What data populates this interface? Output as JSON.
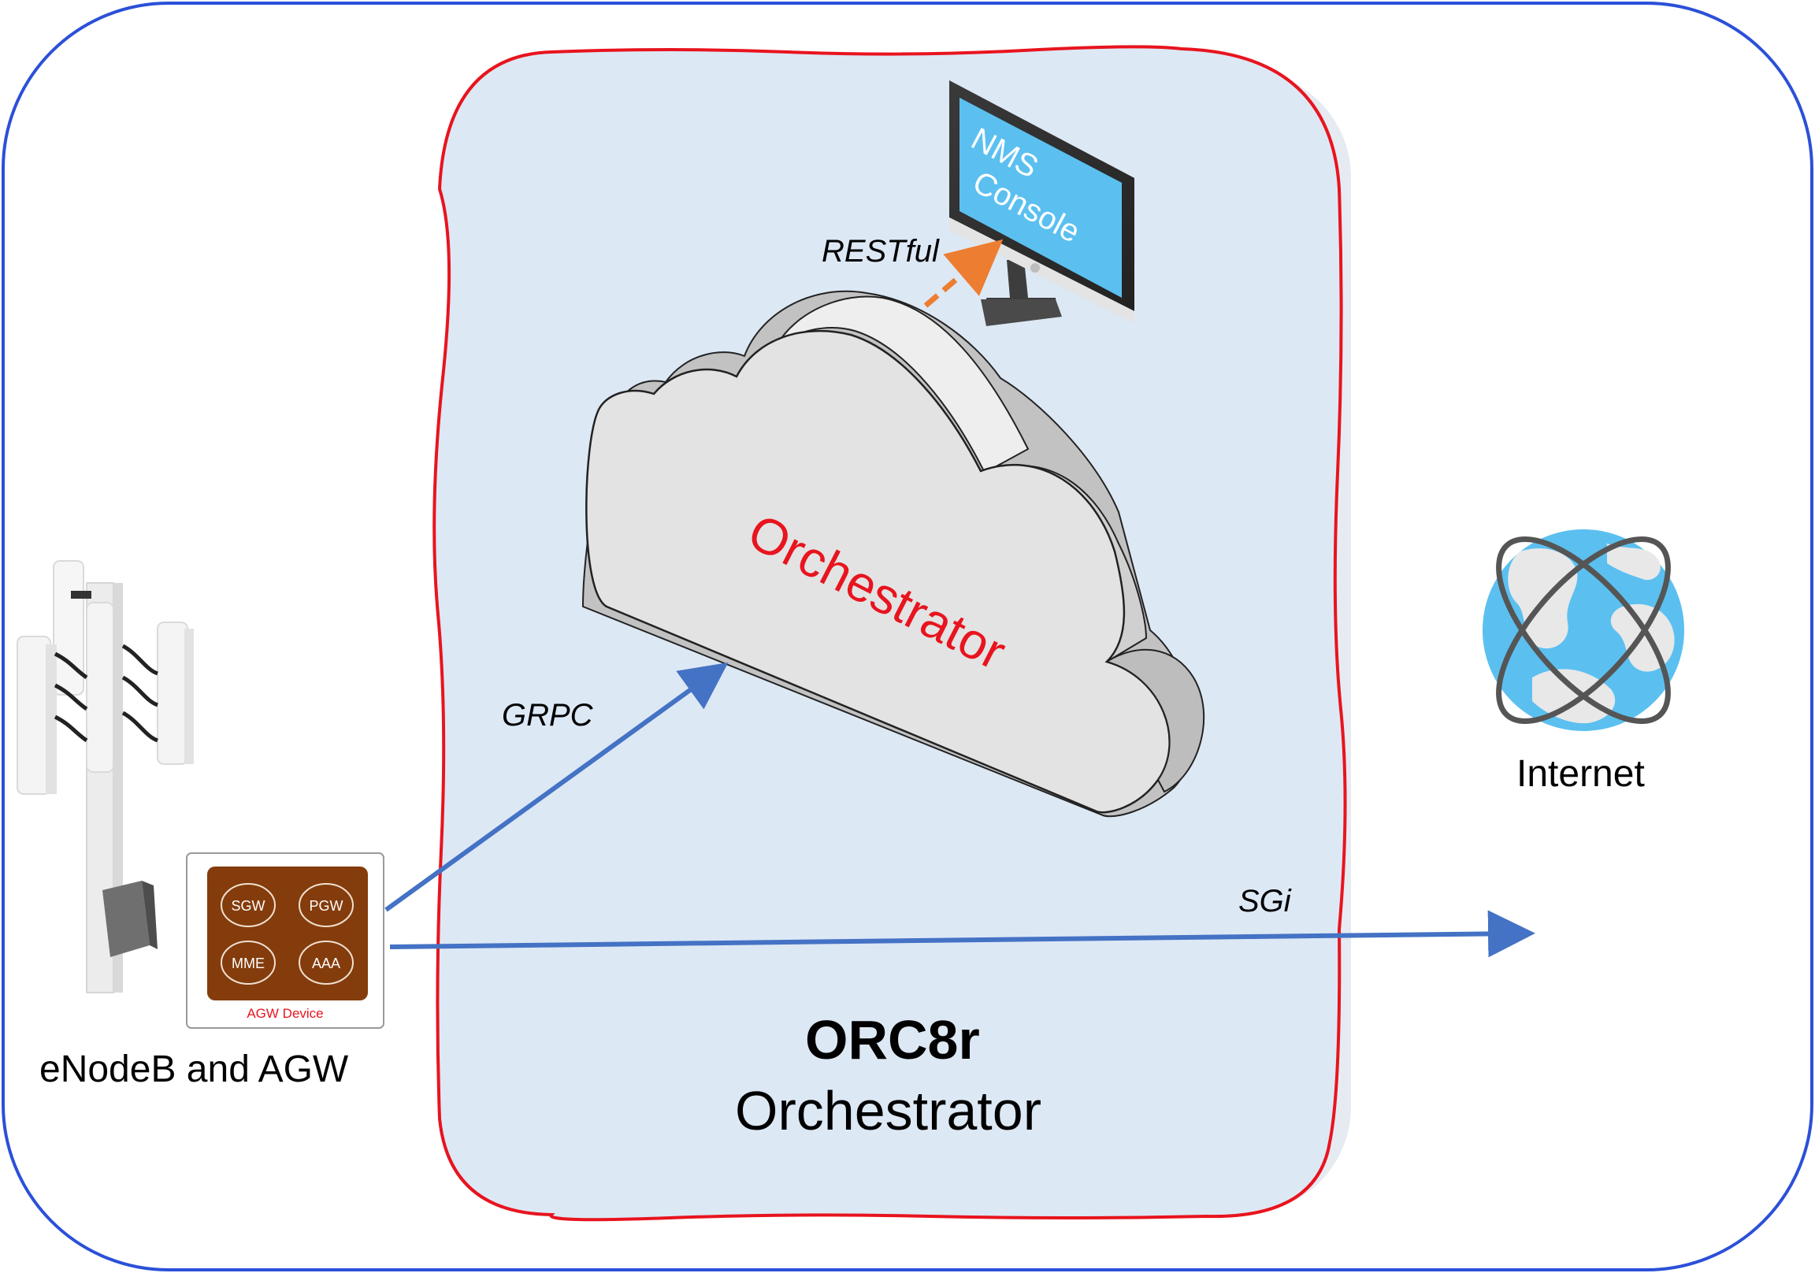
{
  "diagram": {
    "nms_console": {
      "line1": "NMS",
      "line2": "Console"
    },
    "cloud": {
      "label": "Orchestrator",
      "label_color": "#e8141e"
    },
    "connections": {
      "restful": "RESTful",
      "grpc": "GRPC",
      "sgi": "SGi"
    },
    "agw_device": {
      "caption": "AGW Device",
      "components": [
        "SGW",
        "PGW",
        "MME",
        "AAA"
      ]
    },
    "enodeb": {
      "label": "eNodeB and AGW"
    },
    "internet": {
      "label": "Internet"
    },
    "orc8r": {
      "title": "ORC8r",
      "subtitle": "Orchestrator"
    },
    "colors": {
      "outer_border": "#2b50d8",
      "orc8r_border": "#e8141e",
      "orc8r_fill": "#dde8f5",
      "arrow_blue": "#4472c4",
      "arrow_orange": "#ed7d31",
      "agw_brown": "#843c0c",
      "globe_blue": "#5bc0f0"
    }
  }
}
